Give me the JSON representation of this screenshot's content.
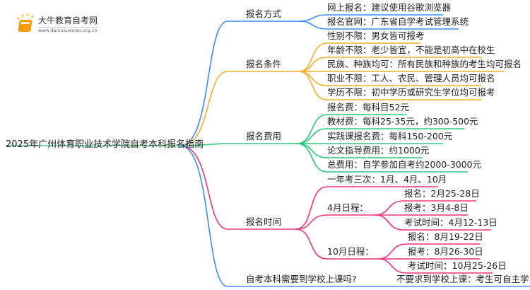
{
  "logo": {
    "name": "大牛教育自考网",
    "url": "www.daniuxuexiao.org.cn"
  },
  "root": "2025年广州体育职业技术学院自考本科报名指南",
  "colors": {
    "blue": "#3a8ef6",
    "orange": "#f6ad2b",
    "green": "#2fc77a",
    "pink": "#f0337b"
  },
  "branches": {
    "method": {
      "label": "报名方式",
      "items": [
        "网上报名：建议使用谷歌浏览器",
        "报名官网：广东省自学考试管理系统"
      ]
    },
    "conditions": {
      "label": "报名条件",
      "items": [
        "性别不限：男女皆可报考",
        "年龄不限：老少皆宜，不能是初高中在校生",
        "民族、种族均可：所有民族和种族的考生均可报名",
        "职业不限：工人、农民、管理人员均可报名",
        "学历不限：初中学历或研究生学位均可报考"
      ]
    },
    "fees": {
      "label": "报名费用",
      "items": [
        "报名费：每科目52元",
        "教材费：每科25-35元，约300-500元",
        "实践课报名费：每科150-200元",
        "论文指导费用：约1000元",
        "总费用：自学参加自考约2000-3000元"
      ]
    },
    "time": {
      "label": "报名时间",
      "yearly": "一年考三次：1月、4月、10月",
      "april": {
        "label": "4月日程：",
        "items": [
          "报名：2月25-28日",
          "报考：3月4-8日",
          "考试时间：4月12-13日"
        ]
      },
      "october": {
        "label": "10月日程：",
        "items": [
          "报名：8月19-22日",
          "报考：8月26-30日",
          "考试时间：10月25-26日"
        ]
      }
    },
    "class": {
      "label": "自考本科需要到学校上课吗?",
      "answer": "不要求到学校上课：考生可自主学习"
    }
  }
}
